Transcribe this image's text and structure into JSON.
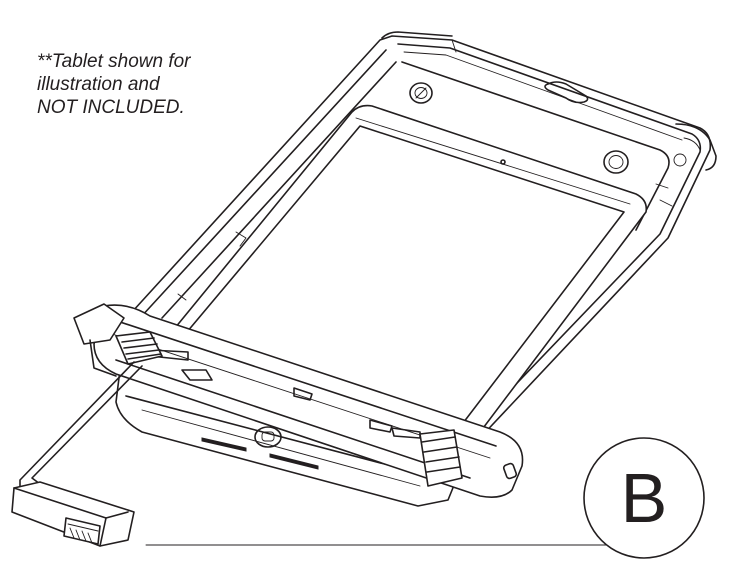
{
  "note": {
    "lines": [
      "**Tablet shown for",
      "illustration and",
      "NOT INCLUDED."
    ]
  },
  "callout": {
    "label": "B"
  }
}
